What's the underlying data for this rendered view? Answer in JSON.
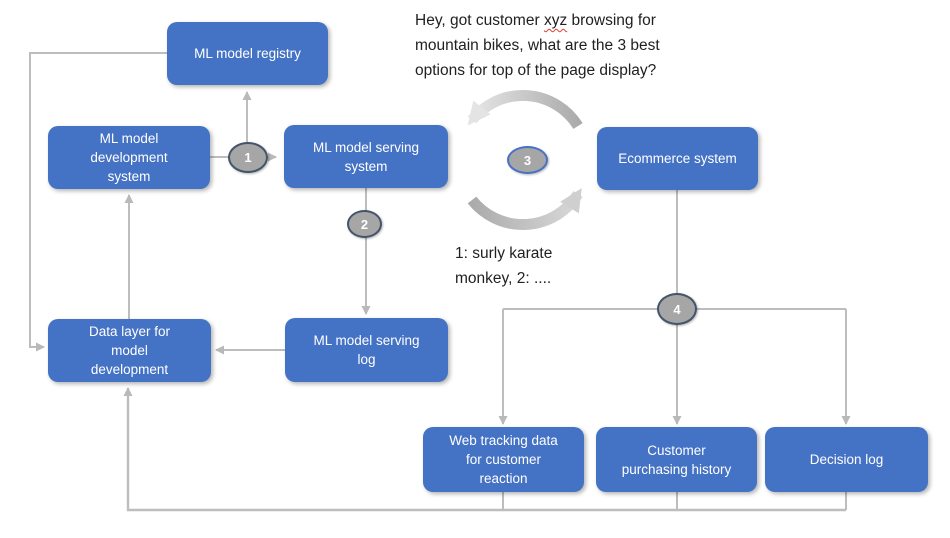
{
  "diagram": {
    "nodes": {
      "registry": {
        "label": "ML model  registry"
      },
      "development": {
        "label": "ML model\ndevelopment\nsystem"
      },
      "serving": {
        "label": "ML model  serving\nsystem"
      },
      "ecommerce": {
        "label": "Ecommerce system"
      },
      "serving_log": {
        "label": "ML model  serving\nlog"
      },
      "data_layer": {
        "label": "Data layer for\nmodel\ndevelopment"
      },
      "web_tracking": {
        "label": "Web tracking data\nfor customer\nreaction"
      },
      "purchasing_history": {
        "label": "Customer\npurchasing history"
      },
      "decision_log": {
        "label": "Decision log"
      }
    },
    "step_badges": {
      "step1": "1",
      "step2": "2",
      "step3": "3",
      "step4": "4"
    },
    "annotations": {
      "query": {
        "line1_prefix": "Hey, got customer ",
        "line1_misspelled": "xyz",
        "line1_suffix": " browsing for",
        "line2": "mountain bikes, what are the 3 best",
        "line3": "options for top of the page display?"
      },
      "response": "1: surly karate\nmonkey, 2: ...."
    },
    "colors": {
      "node_fill": "#4472C4",
      "node_text": "#FFFFFF",
      "connector_gray": "#BDBDBD",
      "badge_fill": "#A6A6A6",
      "badge_border": "#44546A",
      "badge3_border": "#4472C4",
      "cycle_arrow_gray": "#C9C9C9",
      "spellcheck_red": "#E03C31"
    }
  }
}
